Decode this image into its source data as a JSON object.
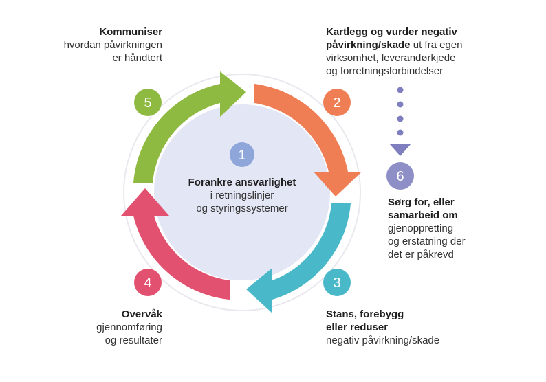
{
  "center": {
    "number": "1",
    "title": "Forankre ansvarlighet",
    "line2": "i retningslinjer",
    "line3": "og styringssystemer"
  },
  "steps": [
    {
      "number": "2",
      "bold1": "Kartlegg og vurder negativ",
      "bold2": "påvirkning/skade",
      "rest2": " ut fra egen",
      "line3": "virksomhet, leverandørkjede",
      "line4": "og forretningsforbindelser"
    },
    {
      "number": "3",
      "bold1": "Stans, forebygg",
      "bold2": "eller reduser",
      "line3": "negativ påvirkning/skade"
    },
    {
      "number": "4",
      "bold1": "Overvåk",
      "line2": "gjennomføring",
      "line3": "og resultater"
    },
    {
      "number": "5",
      "bold1": "Kommuniser",
      "line2": "hvordan påvirkningen",
      "line3": "er håndtert"
    },
    {
      "number": "6",
      "bold1": "Sørg for, eller",
      "bold2": "samarbeid om",
      "line3": "gjenoppretting",
      "line4": "og erstatning der",
      "line5": "det er påkrevd"
    }
  ],
  "colors": {
    "orange": "#f07e55",
    "teal": "#49b9c9",
    "pink": "#e2516f",
    "green": "#8fba42",
    "purple": "#8f8fc7",
    "center_fill": "#e3e6f4",
    "center_badge": "#8ea6da",
    "ring": "#e8e8ee"
  }
}
